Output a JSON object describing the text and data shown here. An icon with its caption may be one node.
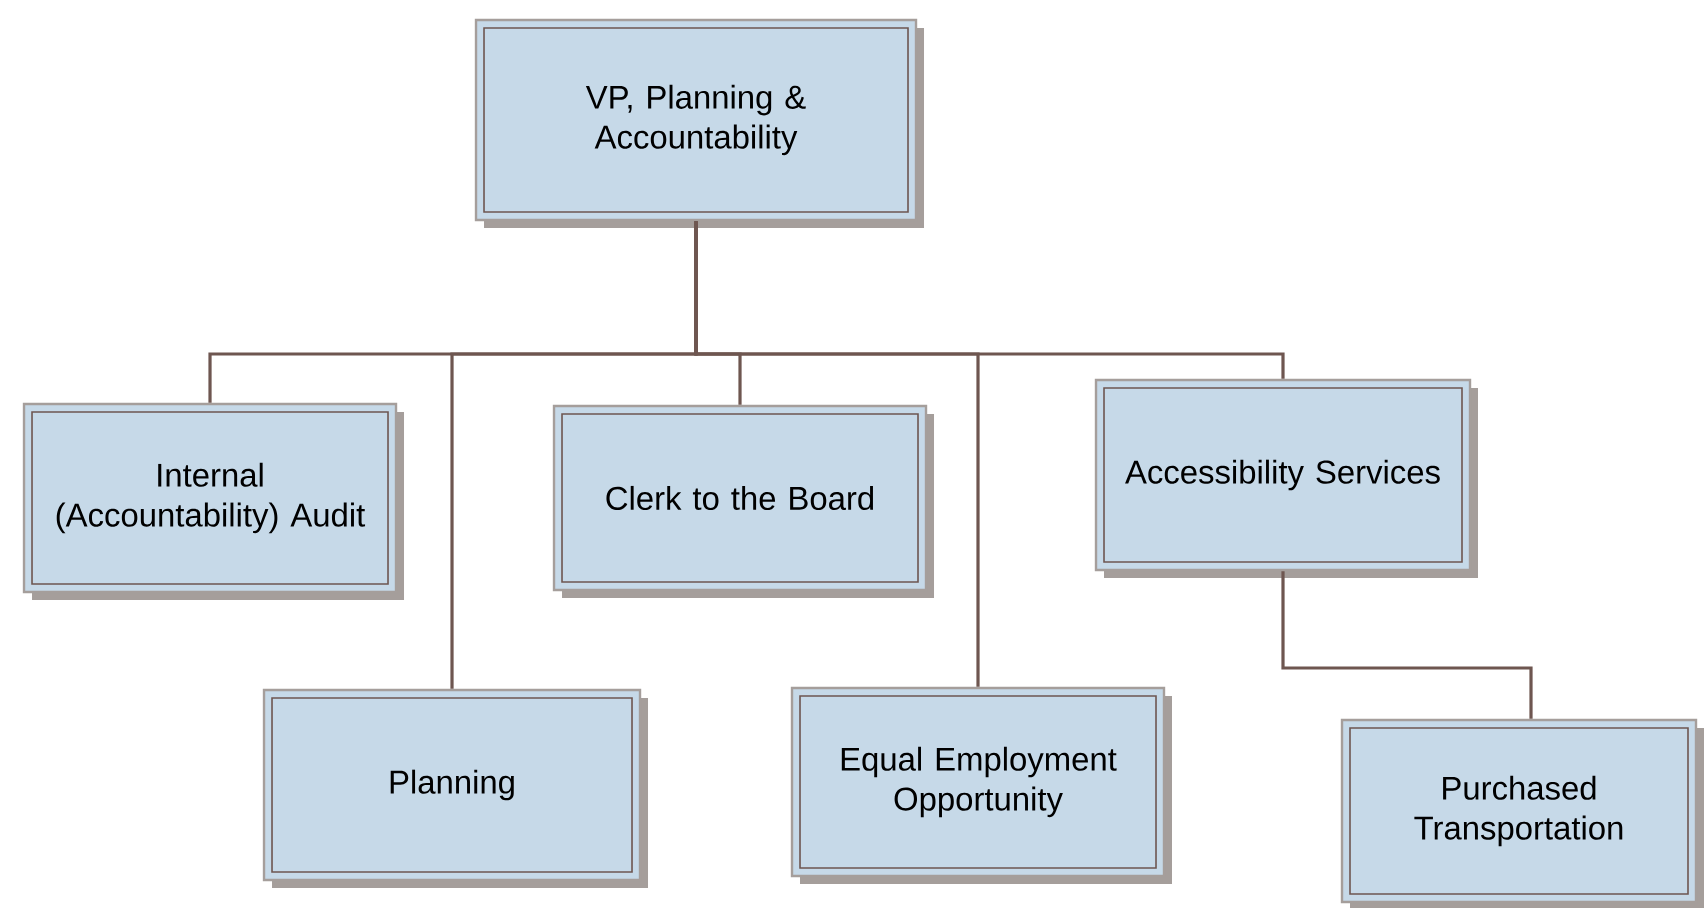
{
  "diagram": {
    "nodes": [
      {
        "text": [
          "VP, Planning & Accountability"
        ]
      },
      {
        "text": [
          "Internal (Accountability) Audit"
        ]
      },
      {
        "text": [
          "Planning"
        ]
      },
      {
        "text": [
          "Clerk to the Board"
        ]
      },
      {
        "text": [
          "Equal Employment Opportunity"
        ]
      },
      {
        "text": [
          "Accessibility Services"
        ]
      },
      {
        "text": [
          "Purchased Transportation"
        ]
      }
    ],
    "edges": [
      {
        "from": 0,
        "to": 1,
        "arrow": "none"
      },
      {
        "from": 0,
        "to": 2,
        "arrow": "none"
      },
      {
        "from": 0,
        "to": 3,
        "arrow": "none"
      },
      {
        "from": 0,
        "to": 4,
        "arrow": "none"
      },
      {
        "from": 0,
        "to": 5,
        "arrow": "none"
      },
      {
        "from": 5,
        "to": 6,
        "arrow": "none"
      }
    ]
  }
}
